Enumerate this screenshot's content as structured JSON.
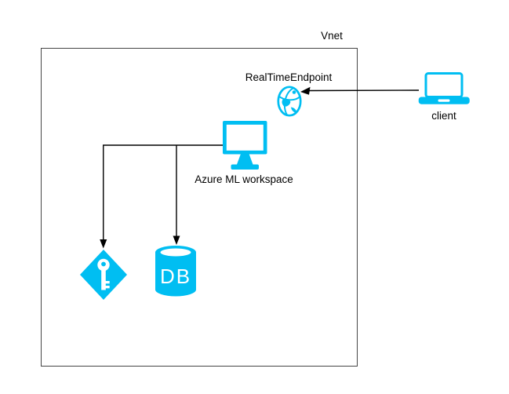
{
  "vnet": {
    "label": "Vnet"
  },
  "nodes": {
    "endpoint": {
      "label": "RealTimeEndpoint",
      "icon": "globe-icon"
    },
    "client": {
      "label": "client",
      "icon": "laptop-icon"
    },
    "workspace": {
      "label": "Azure ML workspace",
      "icon": "monitor-icon"
    },
    "keyvault": {
      "label": "",
      "icon": "key-vault-icon"
    },
    "database": {
      "badge": "DB",
      "icon": "database-icon"
    }
  },
  "edges": [
    {
      "from": "client",
      "to": "endpoint",
      "arrow": "into-endpoint"
    },
    {
      "from": "workspace",
      "to": "keyvault",
      "arrow": "down"
    },
    {
      "from": "workspace",
      "to": "database",
      "arrow": "down"
    }
  ],
  "colors": {
    "accent": "#00BEF2",
    "connector": "#000000",
    "border": "#454545",
    "text": "#000000"
  }
}
